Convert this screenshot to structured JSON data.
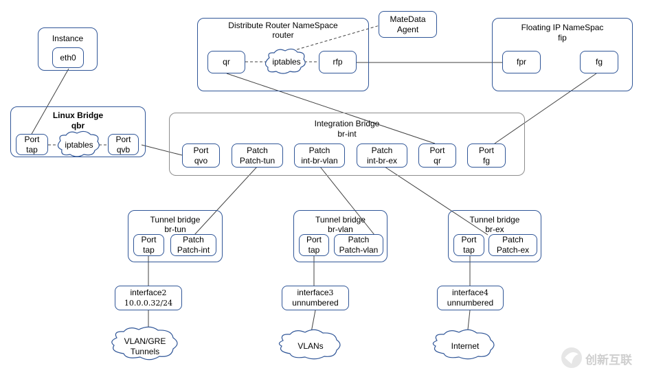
{
  "instance": {
    "title": "Instance",
    "eth": "eth0"
  },
  "router": {
    "title": "Distribute Router NameSpace",
    "subtitle": "router",
    "qr": "qr",
    "iptables": "iptables",
    "rfp": "rfp"
  },
  "metadata": {
    "line1": "MateData",
    "line2": "Agent"
  },
  "fip": {
    "title": "Floating  IP NameSpac",
    "subtitle": "fip",
    "fpr": "fpr",
    "fg": "fg"
  },
  "linux_bridge": {
    "title": "Linux  Bridge",
    "subtitle": "qbr",
    "tap_l1": "Port",
    "tap_l2": "tap",
    "iptables": "iptables",
    "qvb_l1": "Port",
    "qvb_l2": "qvb"
  },
  "br_int": {
    "title": "Integration Bridge",
    "subtitle": "br-int",
    "ports": [
      {
        "l1": "Port",
        "l2": "qvo"
      },
      {
        "l1": "Patch",
        "l2": "Patch-tun"
      },
      {
        "l1": "Patch",
        "l2": "int-br-vlan"
      },
      {
        "l1": "Patch",
        "l2": "int-br-ex"
      },
      {
        "l1": "Port",
        "l2": "qr"
      },
      {
        "l1": "Port",
        "l2": "fg"
      }
    ]
  },
  "tunnels": [
    {
      "title": "Tunnel bridge",
      "subtitle": "br-tun",
      "p1_l1": "Port",
      "p1_l2": "tap",
      "p2_l1": "Patch",
      "p2_l2": "Patch-int",
      "iface_l1": "interface",
      "iface_num": "2",
      "iface_l2": "10.0.0.32/24",
      "cloud": "VLAN/GRE Tunnels"
    },
    {
      "title": "Tunnel bridge",
      "subtitle": "br-vlan",
      "p1_l1": "Port",
      "p1_l2": "tap",
      "p2_l1": "Patch",
      "p2_l2": "Patch-vlan",
      "iface_l1": "interface",
      "iface_num": "3",
      "iface_l2": "unnumbered",
      "cloud": "VLANs"
    },
    {
      "title": "Tunnel bridge",
      "subtitle": "br-ex",
      "p1_l1": "Port",
      "p1_l2": "tap",
      "p2_l1": "Patch",
      "p2_l2": "Patch-ex",
      "iface_l1": "interface",
      "iface_num": "4",
      "iface_l2": "unnumbered",
      "cloud": "Internet"
    }
  ],
  "watermark": "创新互联"
}
